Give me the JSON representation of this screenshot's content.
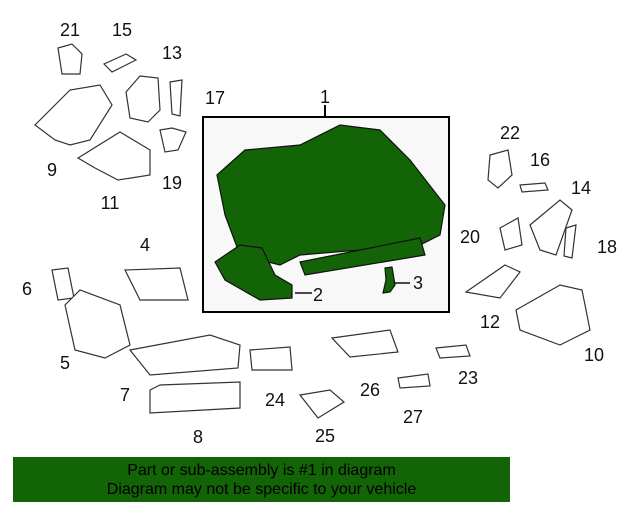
{
  "diagram": {
    "callouts": [
      "1",
      "2",
      "3",
      "4",
      "5",
      "6",
      "7",
      "8",
      "9",
      "10",
      "11",
      "12",
      "13",
      "14",
      "15",
      "16",
      "17",
      "18",
      "19",
      "20",
      "21",
      "22",
      "23",
      "24",
      "25",
      "26",
      "27"
    ],
    "highlight_color": "#136307",
    "box_background": "#f8f8f8"
  },
  "banner": {
    "line1": "Part or sub-assembly is #1 in diagram",
    "line2": "Diagram may not be specific to your vehicle",
    "color": "#136307"
  }
}
